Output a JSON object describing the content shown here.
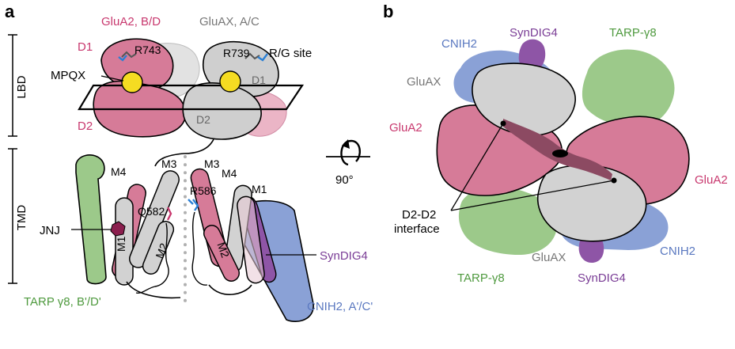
{
  "panel_a": {
    "letter": "a",
    "domain_lbd": "LBD",
    "domain_tmd": "TMD",
    "glua2_bd": "GluA2, B/D",
    "gluax_ac": "GluAX, A/C",
    "d1_left": "D1",
    "d2_left": "D2",
    "d1_right": "D1",
    "d2_right": "D2",
    "r743": "R743",
    "r739": "R739",
    "rg_site": "R/G site",
    "mpqx": "MPQX",
    "m4_left": "M4",
    "m3_left": "M3",
    "m1_left": "M1",
    "m2_left": "M2",
    "q582": "Q582",
    "jnj": "JNJ",
    "m3_right": "M3",
    "m4_right": "M4",
    "m1_right": "M1",
    "m2_right": "M2",
    "r586": "R586",
    "syndig4": "SynDIG4",
    "tarp_bd": "TARP γ8, B'/D'",
    "cnih2_ac": "CNIH2, A'/C'",
    "rotation": "90°"
  },
  "panel_b": {
    "letter": "b",
    "cnih2_top": "CNIH2",
    "syndig4_top": "SynDIG4",
    "tarp_top": "TARP-γ8",
    "gluax_top": "GluAX",
    "glua2_left": "GluA2",
    "glua2_right": "GluA2",
    "d2d2_line1": "D2-D2",
    "d2d2_line2": "interface",
    "tarp_bottom": "TARP-γ8",
    "gluax_bottom": "GluAX",
    "cnih2_bottom": "CNIH2",
    "syndig4_bottom": "SynDIG4"
  },
  "colors": {
    "glua2": "#d67b98",
    "glua2_label": "#c8386e",
    "gluax": "#cfcfcf",
    "gluax_label": "#777777",
    "tarp": "#9cc98a",
    "tarp_label": "#4f9a3f",
    "cnih2": "#8aa1d6",
    "cnih2_label": "#5a78c0",
    "syndig4": "#8e55a6",
    "syndig4_label": "#7a3d96",
    "ligand": "#f5dc22",
    "residue": "#2a7fd4",
    "jnj": "#8b1f4e"
  }
}
